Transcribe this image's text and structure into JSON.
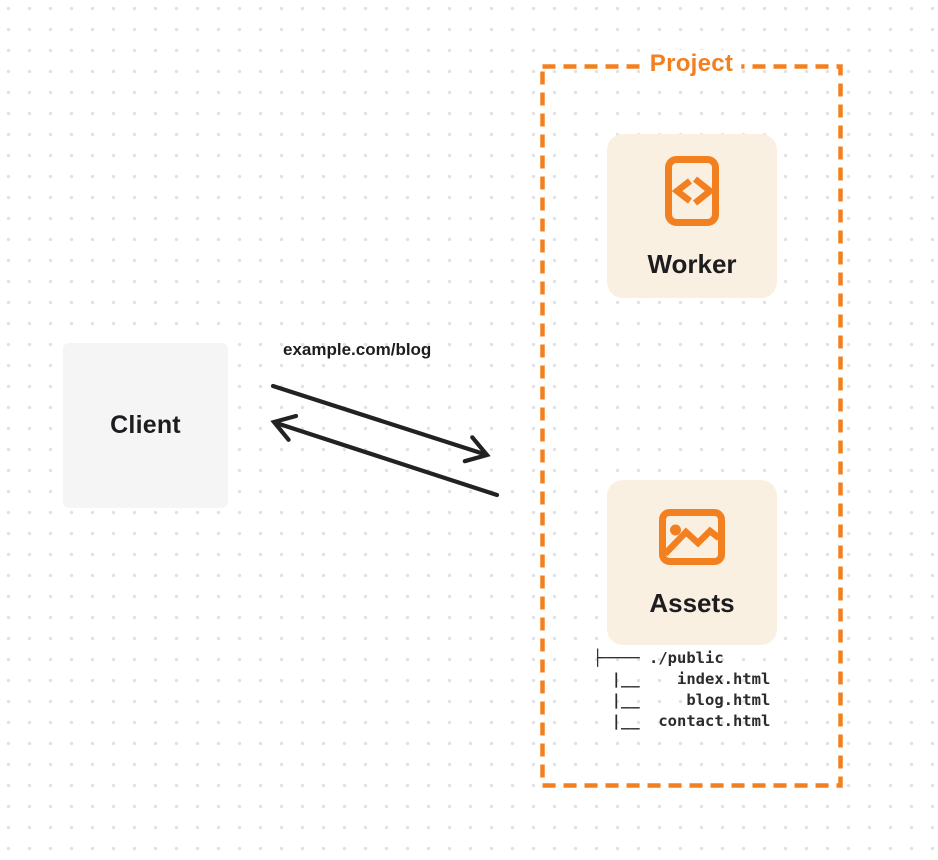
{
  "colors": {
    "accent_orange": "#f38020",
    "card_bg": "#faf0e2",
    "client_bg": "#f5f5f6",
    "text_dark": "#1d1d1f",
    "tree_text": "#2b2b2b",
    "arrow": "#222222",
    "dot": "#e2e2e5"
  },
  "client": {
    "label": "Client"
  },
  "request": {
    "url_label": "example.com/blog"
  },
  "project": {
    "label": "Project",
    "worker": {
      "label": "Worker",
      "icon": "code-icon"
    },
    "assets": {
      "label": "Assets",
      "icon": "image-icon",
      "file_tree": "├──── ./public\n  |__    index.html\n  |__     blog.html\n  |__  contact.html"
    }
  }
}
